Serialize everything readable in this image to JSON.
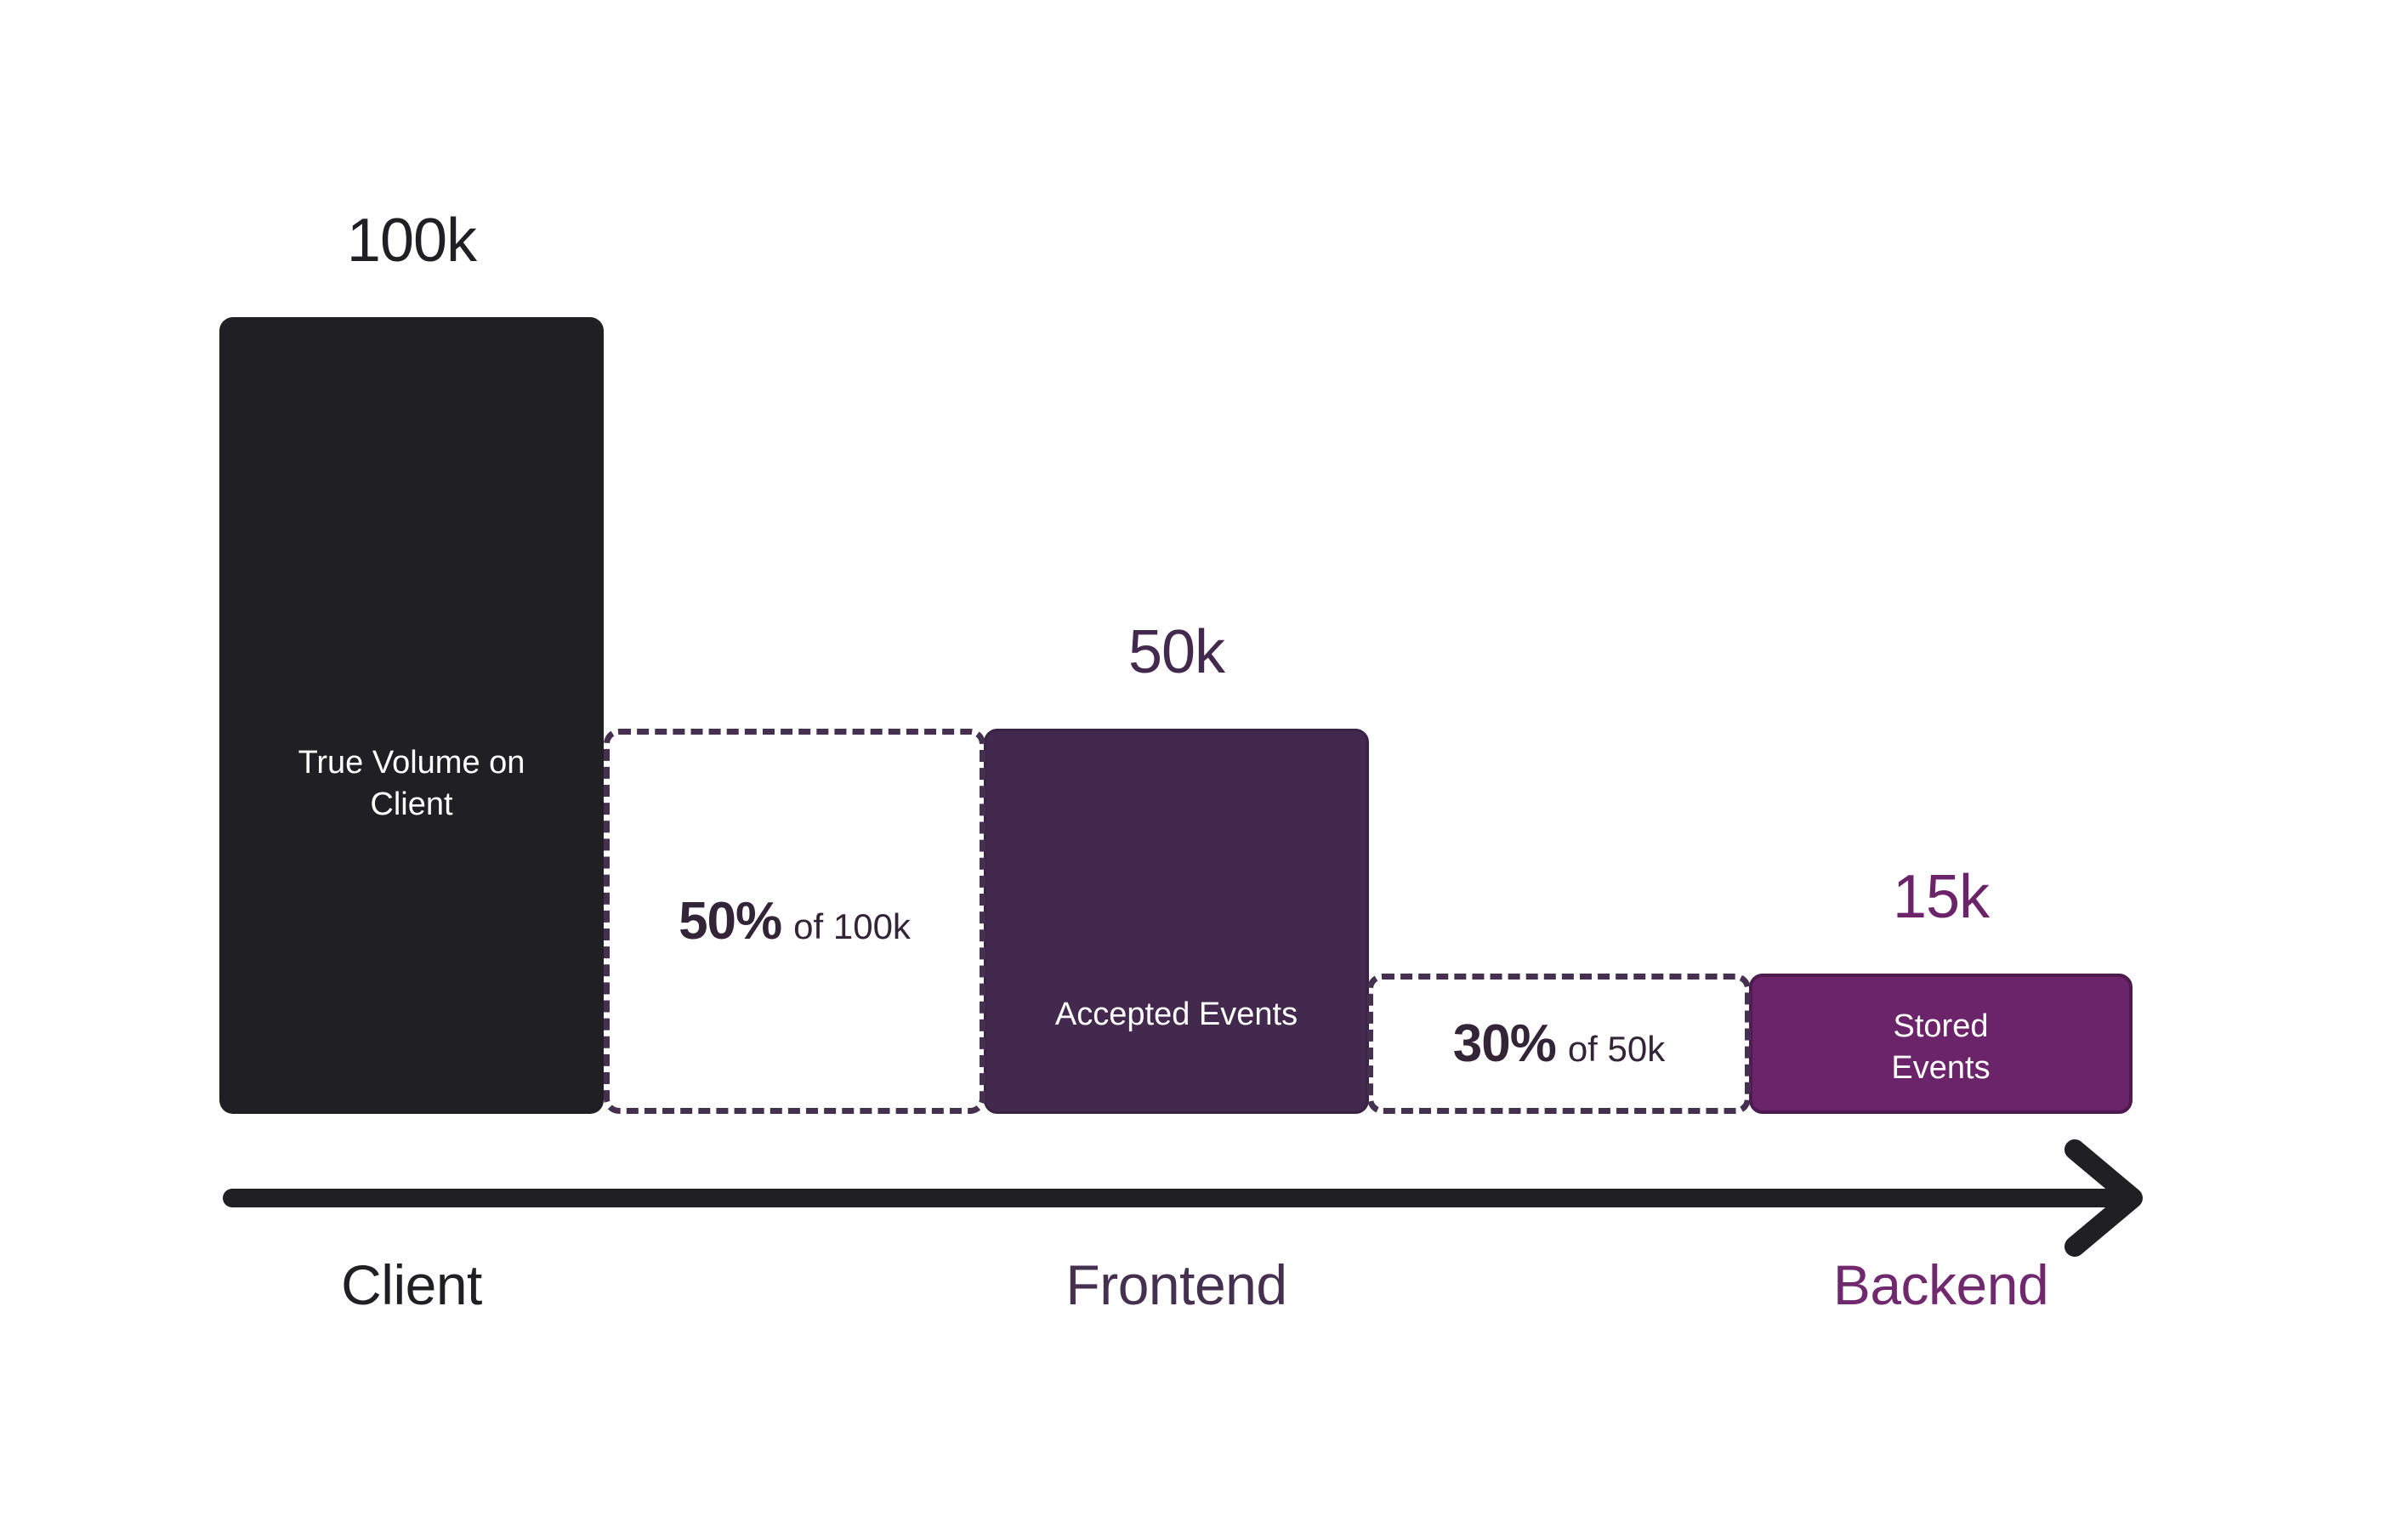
{
  "chart_data": {
    "type": "bar",
    "title": "",
    "subtitle": "",
    "xlabel": "",
    "ylabel": "",
    "grid": false,
    "legend_position": "none",
    "categories": [
      "Client",
      "Frontend",
      "Backend"
    ],
    "values": [
      100000,
      50000,
      15000
    ],
    "value_labels": [
      "100k",
      "50k",
      "15k"
    ],
    "bar_labels": [
      "True Volume on Client",
      "Accepted Events",
      "Stored Events"
    ],
    "drop_offs": [
      {
        "percent": "50%",
        "of": "of 100k",
        "from": 100000,
        "to": 50000
      },
      {
        "percent": "30%",
        "of": "of 50k",
        "from": 50000,
        "to": 15000
      }
    ],
    "ylim": [
      0,
      100000
    ],
    "axis_direction": "left-to-right-arrow"
  },
  "bars": [
    {
      "key": "client",
      "value_label": "100k",
      "inner_label": "True Volume on Client",
      "stage_label": "Client",
      "color": "#201F23",
      "value_label_color": "#201F23",
      "stage_label_color": "#201F23"
    },
    {
      "key": "frontend",
      "value_label": "50k",
      "inner_label": "Accepted Events",
      "stage_label": "Frontend",
      "color": "#44294E",
      "value_label_color": "#44294E",
      "stage_label_color": "#46304F"
    },
    {
      "key": "backend",
      "value_label": "15k",
      "inner_label": "Stored\nEvents",
      "stage_label": "Backend",
      "color": "#6B2469",
      "value_label_color": "#6B2469",
      "stage_label_color": "#70296E"
    }
  ],
  "drops": [
    {
      "key": "drop-1",
      "percent": "50%",
      "of_text": "of 100k",
      "border_color": "#46304F",
      "text_color": "#332437"
    },
    {
      "key": "drop-2",
      "percent": "30%",
      "of_text": "of 50k",
      "border_color": "#46304F",
      "text_color": "#332437"
    }
  ],
  "axis": {
    "color": "#201F23",
    "arrow_icon": "arrow-right-icon"
  },
  "colors": {
    "background": "#FFFFFF",
    "client": "#201F23",
    "frontend": "#44294E",
    "backend": "#6B2469",
    "dashed": "#46304F"
  }
}
